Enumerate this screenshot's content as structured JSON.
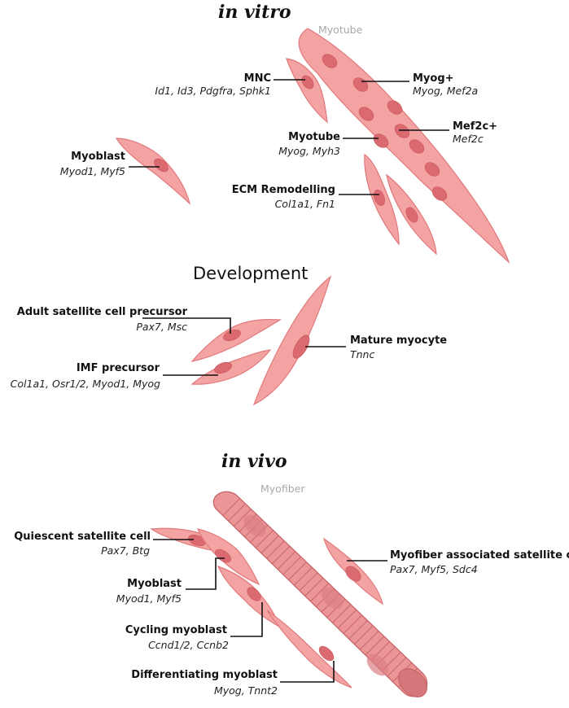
{
  "sections": {
    "in_vitro": "in vitro",
    "development": "Development",
    "in_vivo": "in vivo"
  },
  "structures": {
    "myotube": "Myotube",
    "myofiber": "Myofiber"
  },
  "labels": {
    "mnc": {
      "name": "MNC",
      "genes": "Id1, Id3, Pdgfra, Sphk1"
    },
    "myog_plus": {
      "name": "Myog+",
      "genes": "Myog, Mef2a"
    },
    "mef2c_plus": {
      "name": "Mef2c+",
      "genes": "Mef2c"
    },
    "myotube_cluster": {
      "name": "Myotube",
      "genes": "Myog, Myh3"
    },
    "myoblast_vitro": {
      "name": "Myoblast",
      "genes": "Myod1, Myf5"
    },
    "ecm": {
      "name": "ECM Remodelling",
      "genes": "Col1a1, Fn1"
    },
    "adult_sc_precursor": {
      "name": "Adult satellite cell precursor",
      "genes": "Pax7, Msc"
    },
    "imf_precursor": {
      "name": "IMF precursor",
      "genes": "Col1a1, Osr1/2, Myod1, Myog"
    },
    "mature_myocyte": {
      "name": "Mature myocyte",
      "genes": "Tnnc"
    },
    "quiescent_sc": {
      "name": "Quiescent satellite cell",
      "genes": "Pax7, Btg"
    },
    "myoblast_vivo": {
      "name": "Myoblast",
      "genes": "Myod1, Myf5"
    },
    "cycling_myoblast": {
      "name": "Cycling myoblast",
      "genes": "Ccnd1/2, Ccnb2"
    },
    "diff_myoblast": {
      "name": "Differentiating myoblast",
      "genes": "Myog, Tnnt2"
    },
    "myofiber_assoc_sc": {
      "name": "Myofiber associated satellite cell",
      "genes": "Pax7, Myf5, Sdc4"
    }
  },
  "colors": {
    "cell_fill": "#f4a3a3",
    "cell_outline": "#e0797c",
    "nucleus": "#db6a70",
    "myofiber_fill": "#eb9596",
    "myofiber_stripe": "#c7676b",
    "structure_label": "#a8a8a8"
  }
}
